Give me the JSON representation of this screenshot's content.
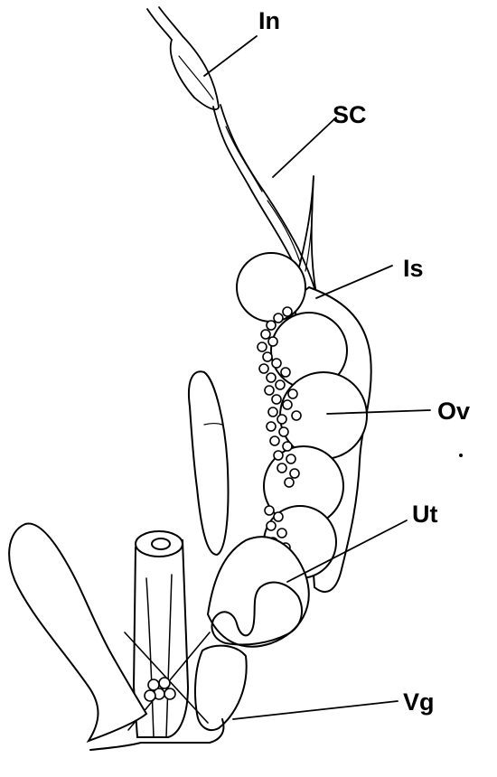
{
  "figure": {
    "labels": {
      "in": "In",
      "sc": "SC",
      "is": "Is",
      "ov": "Ov",
      "ut": "Ut",
      "vg": "Vg"
    }
  }
}
